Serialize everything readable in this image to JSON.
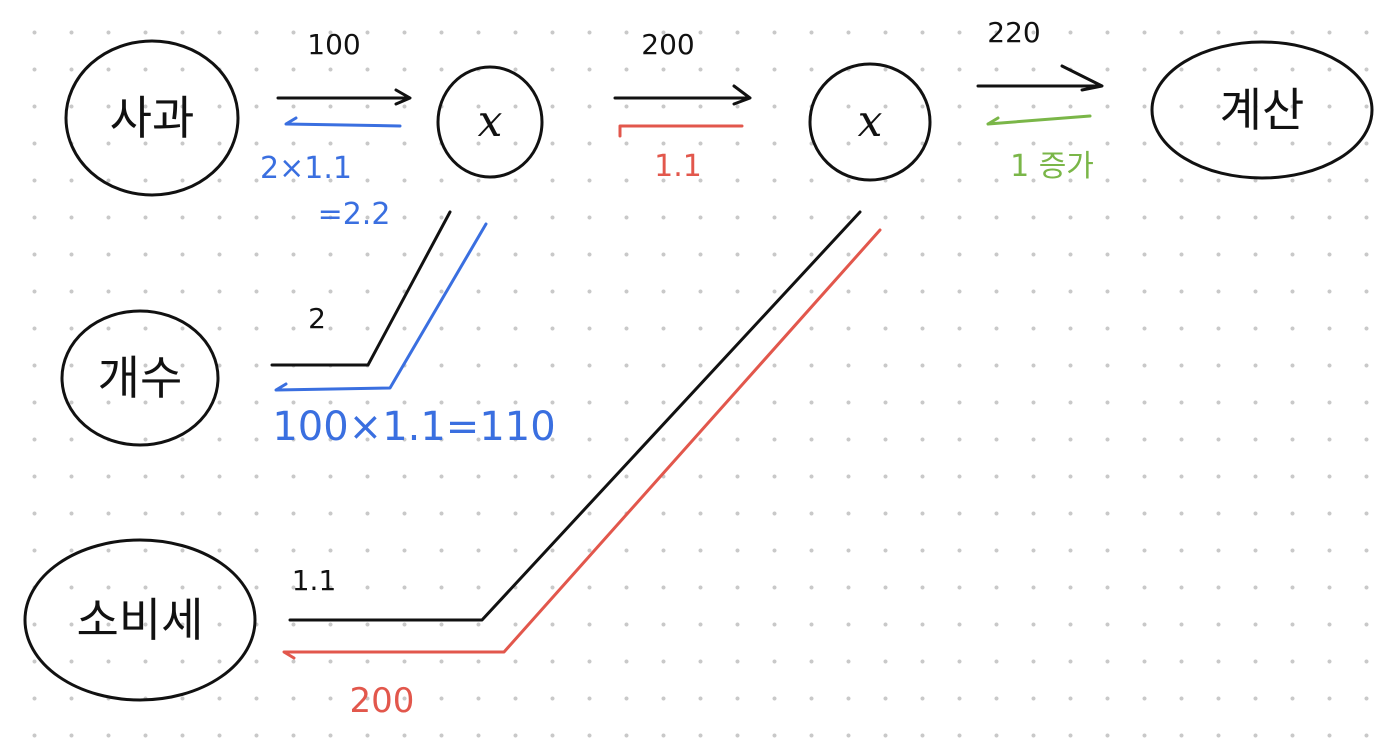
{
  "colors": {
    "ink": "#111111",
    "backprop_apple": "#3a6fe0",
    "backprop_tax": "#e2574c",
    "backprop_start": "#7ab648",
    "dot_grid": "#c9c9c9"
  },
  "nodes": {
    "apple": "사과",
    "count": "개수",
    "tax": "소비세",
    "multiply_1": "x",
    "multiply_2": "x",
    "total": "계산"
  },
  "forward": {
    "apple_value": "100",
    "count_value": "2",
    "tax_value": "1.1",
    "mul1_out": "200",
    "mul2_out": "220"
  },
  "backward": {
    "start": "1 증가",
    "mul1_grad": "1.1",
    "apple_grad_line1": "2×1.1",
    "apple_grad_line2": "=2.2",
    "count_grad": "100×1.1=110",
    "tax_grad": "200"
  }
}
